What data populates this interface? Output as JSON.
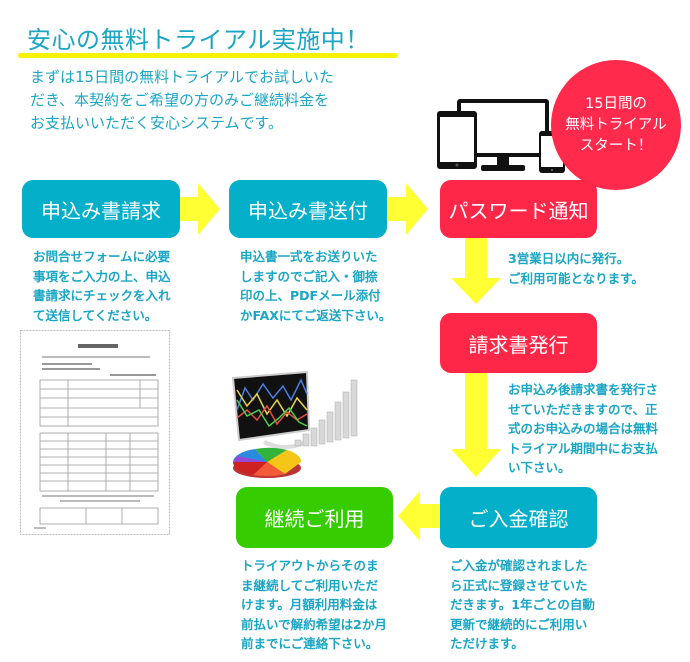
{
  "header": {
    "title": "安心の無料トライアル実施中！",
    "intro_lines": [
      "まずは15日間の無料トライアルでお試しいた",
      "だき、本契約をご希望の方のみご継続料金を",
      "お支払いいただく安心システムです。"
    ]
  },
  "badge": {
    "lines": [
      "15日間の",
      "無料トライアル",
      "スタート！"
    ]
  },
  "icons": {
    "devices": "devices-illustration",
    "form": "application-form-image",
    "charts": "charts-illustration"
  },
  "colors": {
    "teal": "#04afc9",
    "red": "#ff2748",
    "green": "#35cc00",
    "arrow_yellow": "#ffff33",
    "text_teal": "#1aa6c4",
    "underline_yellow": "#f7f200"
  },
  "steps": [
    {
      "label": "申込み書請求",
      "color": "teal",
      "description": [
        "お問合せフォームに必要",
        "事項をご入力の上、申込",
        "書請求にチェックを入れ",
        "て送信してください。"
      ]
    },
    {
      "label": "申込み書送付",
      "color": "teal",
      "description": [
        "申込書一式をお送りいた",
        "しますのでご記入・御捺",
        "印の上、PDFメール添付",
        "かFAXにてご返送下さい。"
      ]
    },
    {
      "label": "パスワード通知",
      "color": "red",
      "description": [
        "3営業日以内に発行。",
        "ご利用可能となります。"
      ]
    },
    {
      "label": "請求書発行",
      "color": "red",
      "description": [
        "お申込み後請求書を発行さ",
        "せていただきますので、正",
        "式のお申込みの場合は無料",
        "トライアル期間中にお支払",
        "い下さい。"
      ]
    },
    {
      "label": "ご入金確認",
      "color": "teal",
      "description": [
        "ご入金が確認されました",
        "ら正式に登録させていた",
        "だきます。1年ごとの自動",
        "更新で継続的にご利用い",
        "ただけます。"
      ]
    },
    {
      "label": "継続ご利用",
      "color": "green",
      "description": [
        "トライアウトからそのま",
        "ま継続してご利用いただ",
        "けます。月額利用料金は",
        "前払いで解約希望は2か月",
        "前までにご連絡下さい。"
      ]
    }
  ]
}
